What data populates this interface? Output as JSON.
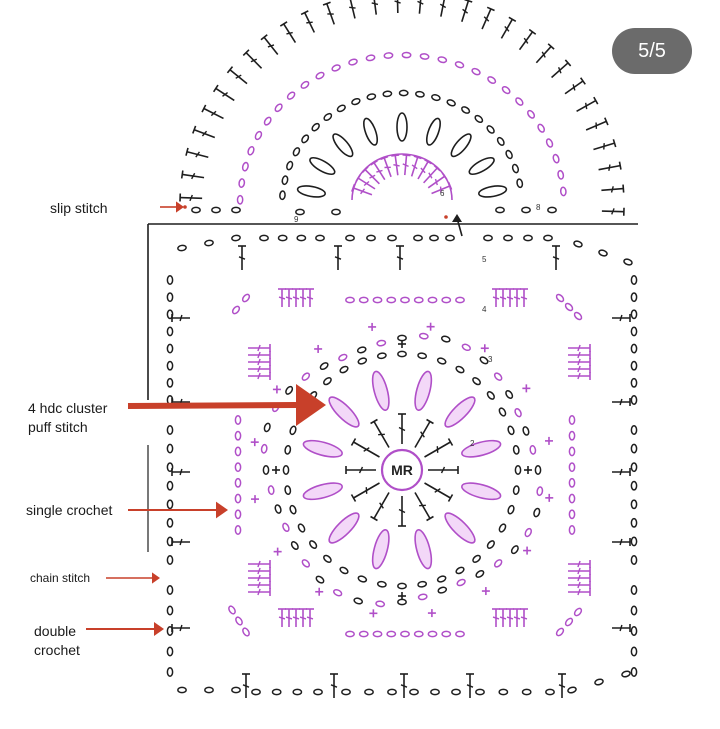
{
  "page_indicator": "5/5",
  "labels": {
    "slip_stitch": "slip stitch",
    "hdc_cluster_line1": "4 hdc cluster",
    "hdc_cluster_line2": "puff stitch",
    "single_crochet": "single crochet",
    "chain_stitch": "chain stitch",
    "double_crochet_line1": "double",
    "double_crochet_line2": "crochet"
  },
  "center_label": "MR",
  "round_markers": [
    "2",
    "3",
    "4",
    "5",
    "6",
    "8",
    "9"
  ],
  "colors": {
    "black_stitches": "#1e1e1e",
    "purple_stitches": "#b04fc8",
    "arrow_red": "#c8402a",
    "badge_bg": "#6b6b6b"
  },
  "icons": [
    "slip-stitch-dot",
    "chain-oval",
    "single-crochet-cross",
    "double-crochet-symbol",
    "hdc-cluster-petal",
    "magic-ring"
  ]
}
